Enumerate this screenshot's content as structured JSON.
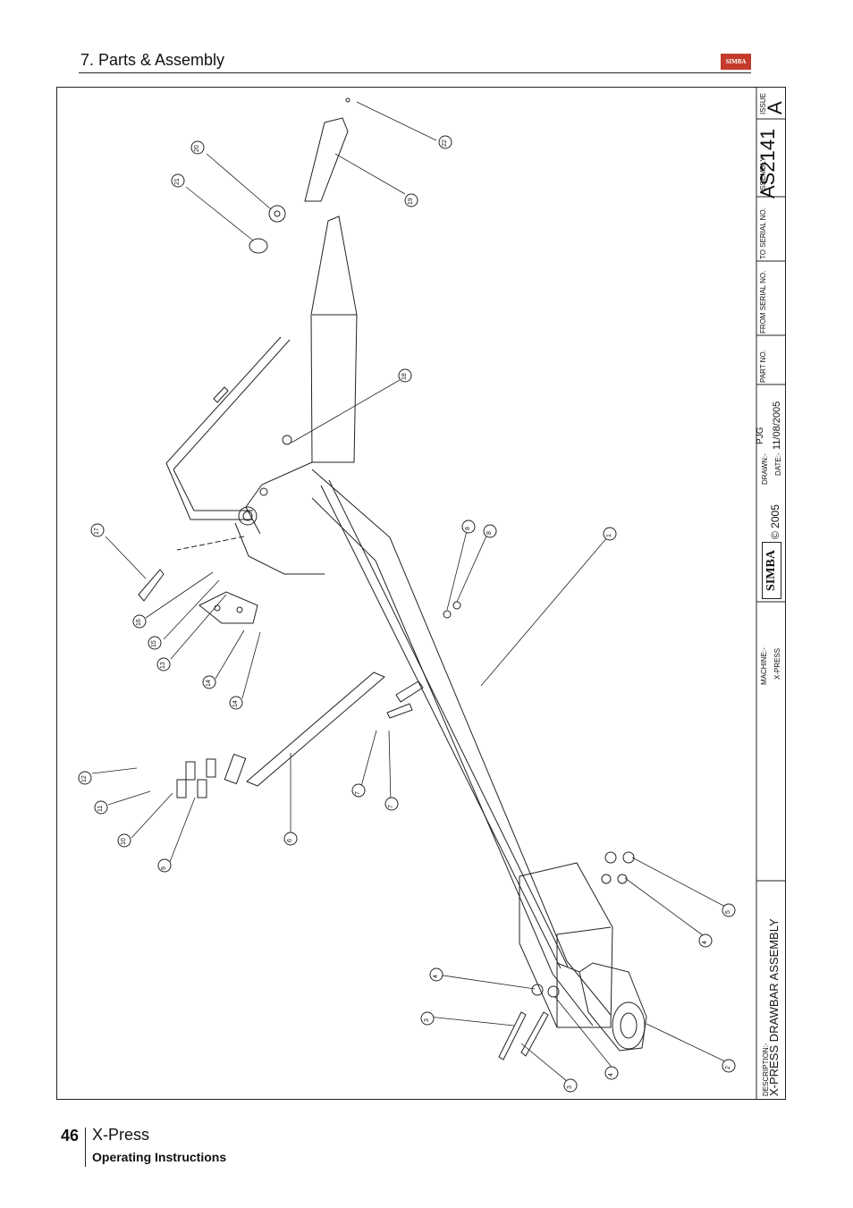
{
  "header": {
    "section_title": "7. Parts & Assembly",
    "logo_text": "SIMBA"
  },
  "title_block": {
    "description_label": "DESCRIPTION:-",
    "description": "X-PRESS DRAWBAR ASSEMBLY",
    "machine_label": "MACHINE:-",
    "machine": "X-PRESS",
    "logo_text": "SIMBA",
    "copyright": "© 2005",
    "drawn_label": "DRAWN:-",
    "drawn": "PJG",
    "date_label": "DATE:-",
    "date": "11/08/2005",
    "part_no_label": "PART NO.",
    "from_serial_label": "FROM SERIAL NO.",
    "to_serial_label": "TO SERIAL NO.",
    "assembly_label": "ASSEMBLY",
    "assembly": "AS2141",
    "issue_label": "ISSUE",
    "issue": "A"
  },
  "balloons": [
    "22",
    "19",
    "20",
    "21",
    "18",
    "17",
    "16",
    "15",
    "13",
    "14",
    "14",
    "8",
    "8",
    "1",
    "12",
    "11",
    "10",
    "9",
    "6",
    "7",
    "7",
    "5",
    "4",
    "4",
    "3",
    "3",
    "4",
    "2"
  ],
  "footer": {
    "page_number": "46",
    "title": "X-Press",
    "subtitle": "Operating Instructions"
  }
}
